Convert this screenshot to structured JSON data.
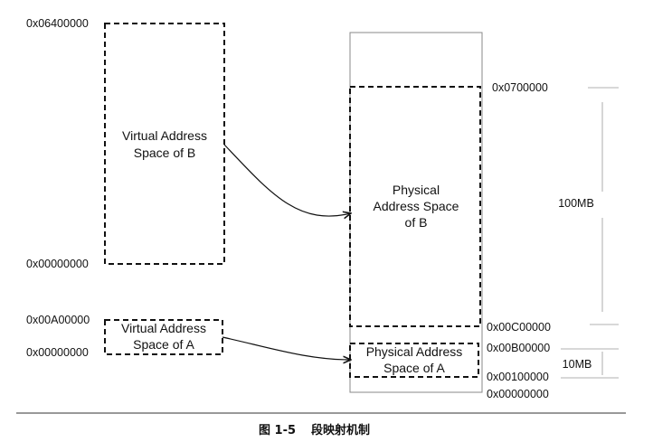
{
  "virtual_b": {
    "label_line1": "Virtual  Address",
    "label_line2": "Space of  B",
    "top_addr": "0x06400000",
    "bottom_addr": "0x00000000"
  },
  "virtual_a": {
    "label_line1": "Virtual Address",
    "label_line2": "Space of A",
    "top_addr": "0x00A00000",
    "bottom_addr": "0x00000000"
  },
  "physical_b": {
    "label_line1": "Physical",
    "label_line2": "Address Space",
    "label_line3": "of B",
    "top_addr": "0x0700000",
    "bottom_addr": "0x00C00000",
    "size": "100MB"
  },
  "physical_a": {
    "label_line1": "Physical Address",
    "label_line2": "Space of A",
    "top_addr": "0x00B00000",
    "bottom_addr": "0x00100000",
    "size": "10MB"
  },
  "physical_memory": {
    "bottom_addr": "0x00000000"
  },
  "caption": {
    "figure_no": "图 1-5",
    "title": "段映射机制"
  }
}
